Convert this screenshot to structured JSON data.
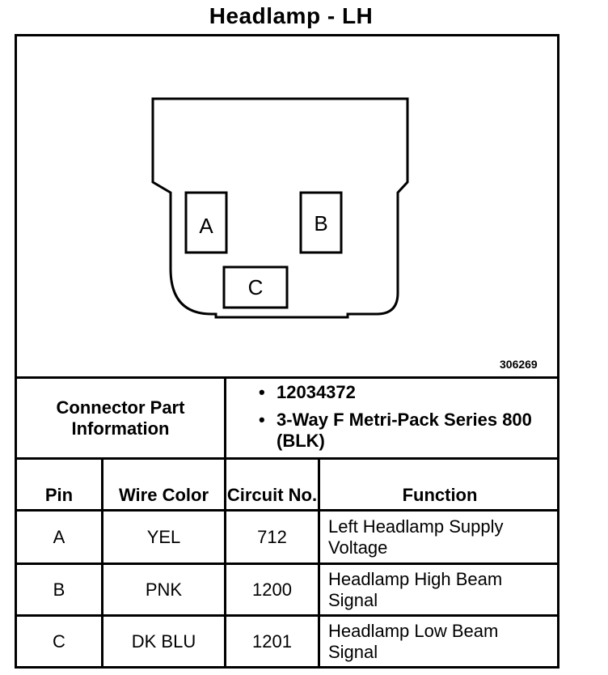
{
  "title": "Headlamp - LH",
  "figure_number": "306269",
  "connector": {
    "pins": [
      "A",
      "B",
      "C"
    ]
  },
  "connector_info": {
    "label": "Connector Part Information",
    "bullets": [
      "12034372",
      "3-Way F Metri-Pack Series 800 (BLK)"
    ]
  },
  "table": {
    "headers": [
      "Pin",
      "Wire Color",
      "Circuit No.",
      "Function"
    ],
    "rows": [
      {
        "pin": "A",
        "color": "YEL",
        "circuit": "712",
        "function": "Left Headlamp Supply Voltage"
      },
      {
        "pin": "B",
        "color": "PNK",
        "circuit": "1200",
        "function": "Headlamp High Beam Signal"
      },
      {
        "pin": "C",
        "color": "DK BLU",
        "circuit": "1201",
        "function": "Headlamp Low Beam Signal"
      }
    ]
  }
}
